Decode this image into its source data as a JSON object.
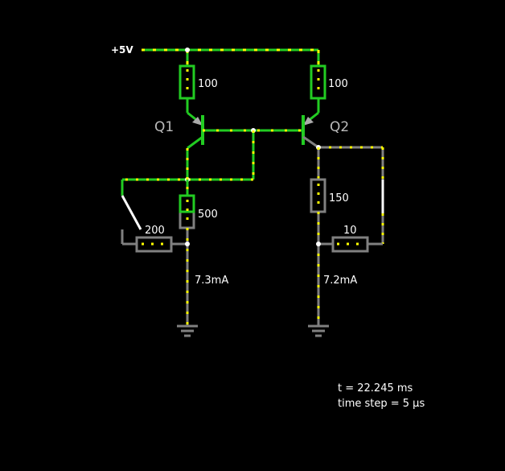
{
  "circuit": {
    "supply_label": "+5V",
    "transistors": [
      {
        "label": "Q1"
      },
      {
        "label": "Q2"
      }
    ],
    "resistors": [
      {
        "value": "100"
      },
      {
        "value": "100"
      },
      {
        "value": "500"
      },
      {
        "value": "200"
      },
      {
        "value": "150"
      },
      {
        "value": "10"
      }
    ],
    "currents": [
      {
        "value": "7.3mA"
      },
      {
        "value": "7.2mA"
      }
    ]
  },
  "status": {
    "time": "t = 22.245 ms",
    "time_step": "time step = 5 µs"
  },
  "colors": {
    "background": "#000000",
    "wire_high": "#22cc22",
    "wire_low": "#808080",
    "current_dot": "#ffff00",
    "label_text": "#ffffff",
    "transistor_label": "#bbbbbb"
  }
}
